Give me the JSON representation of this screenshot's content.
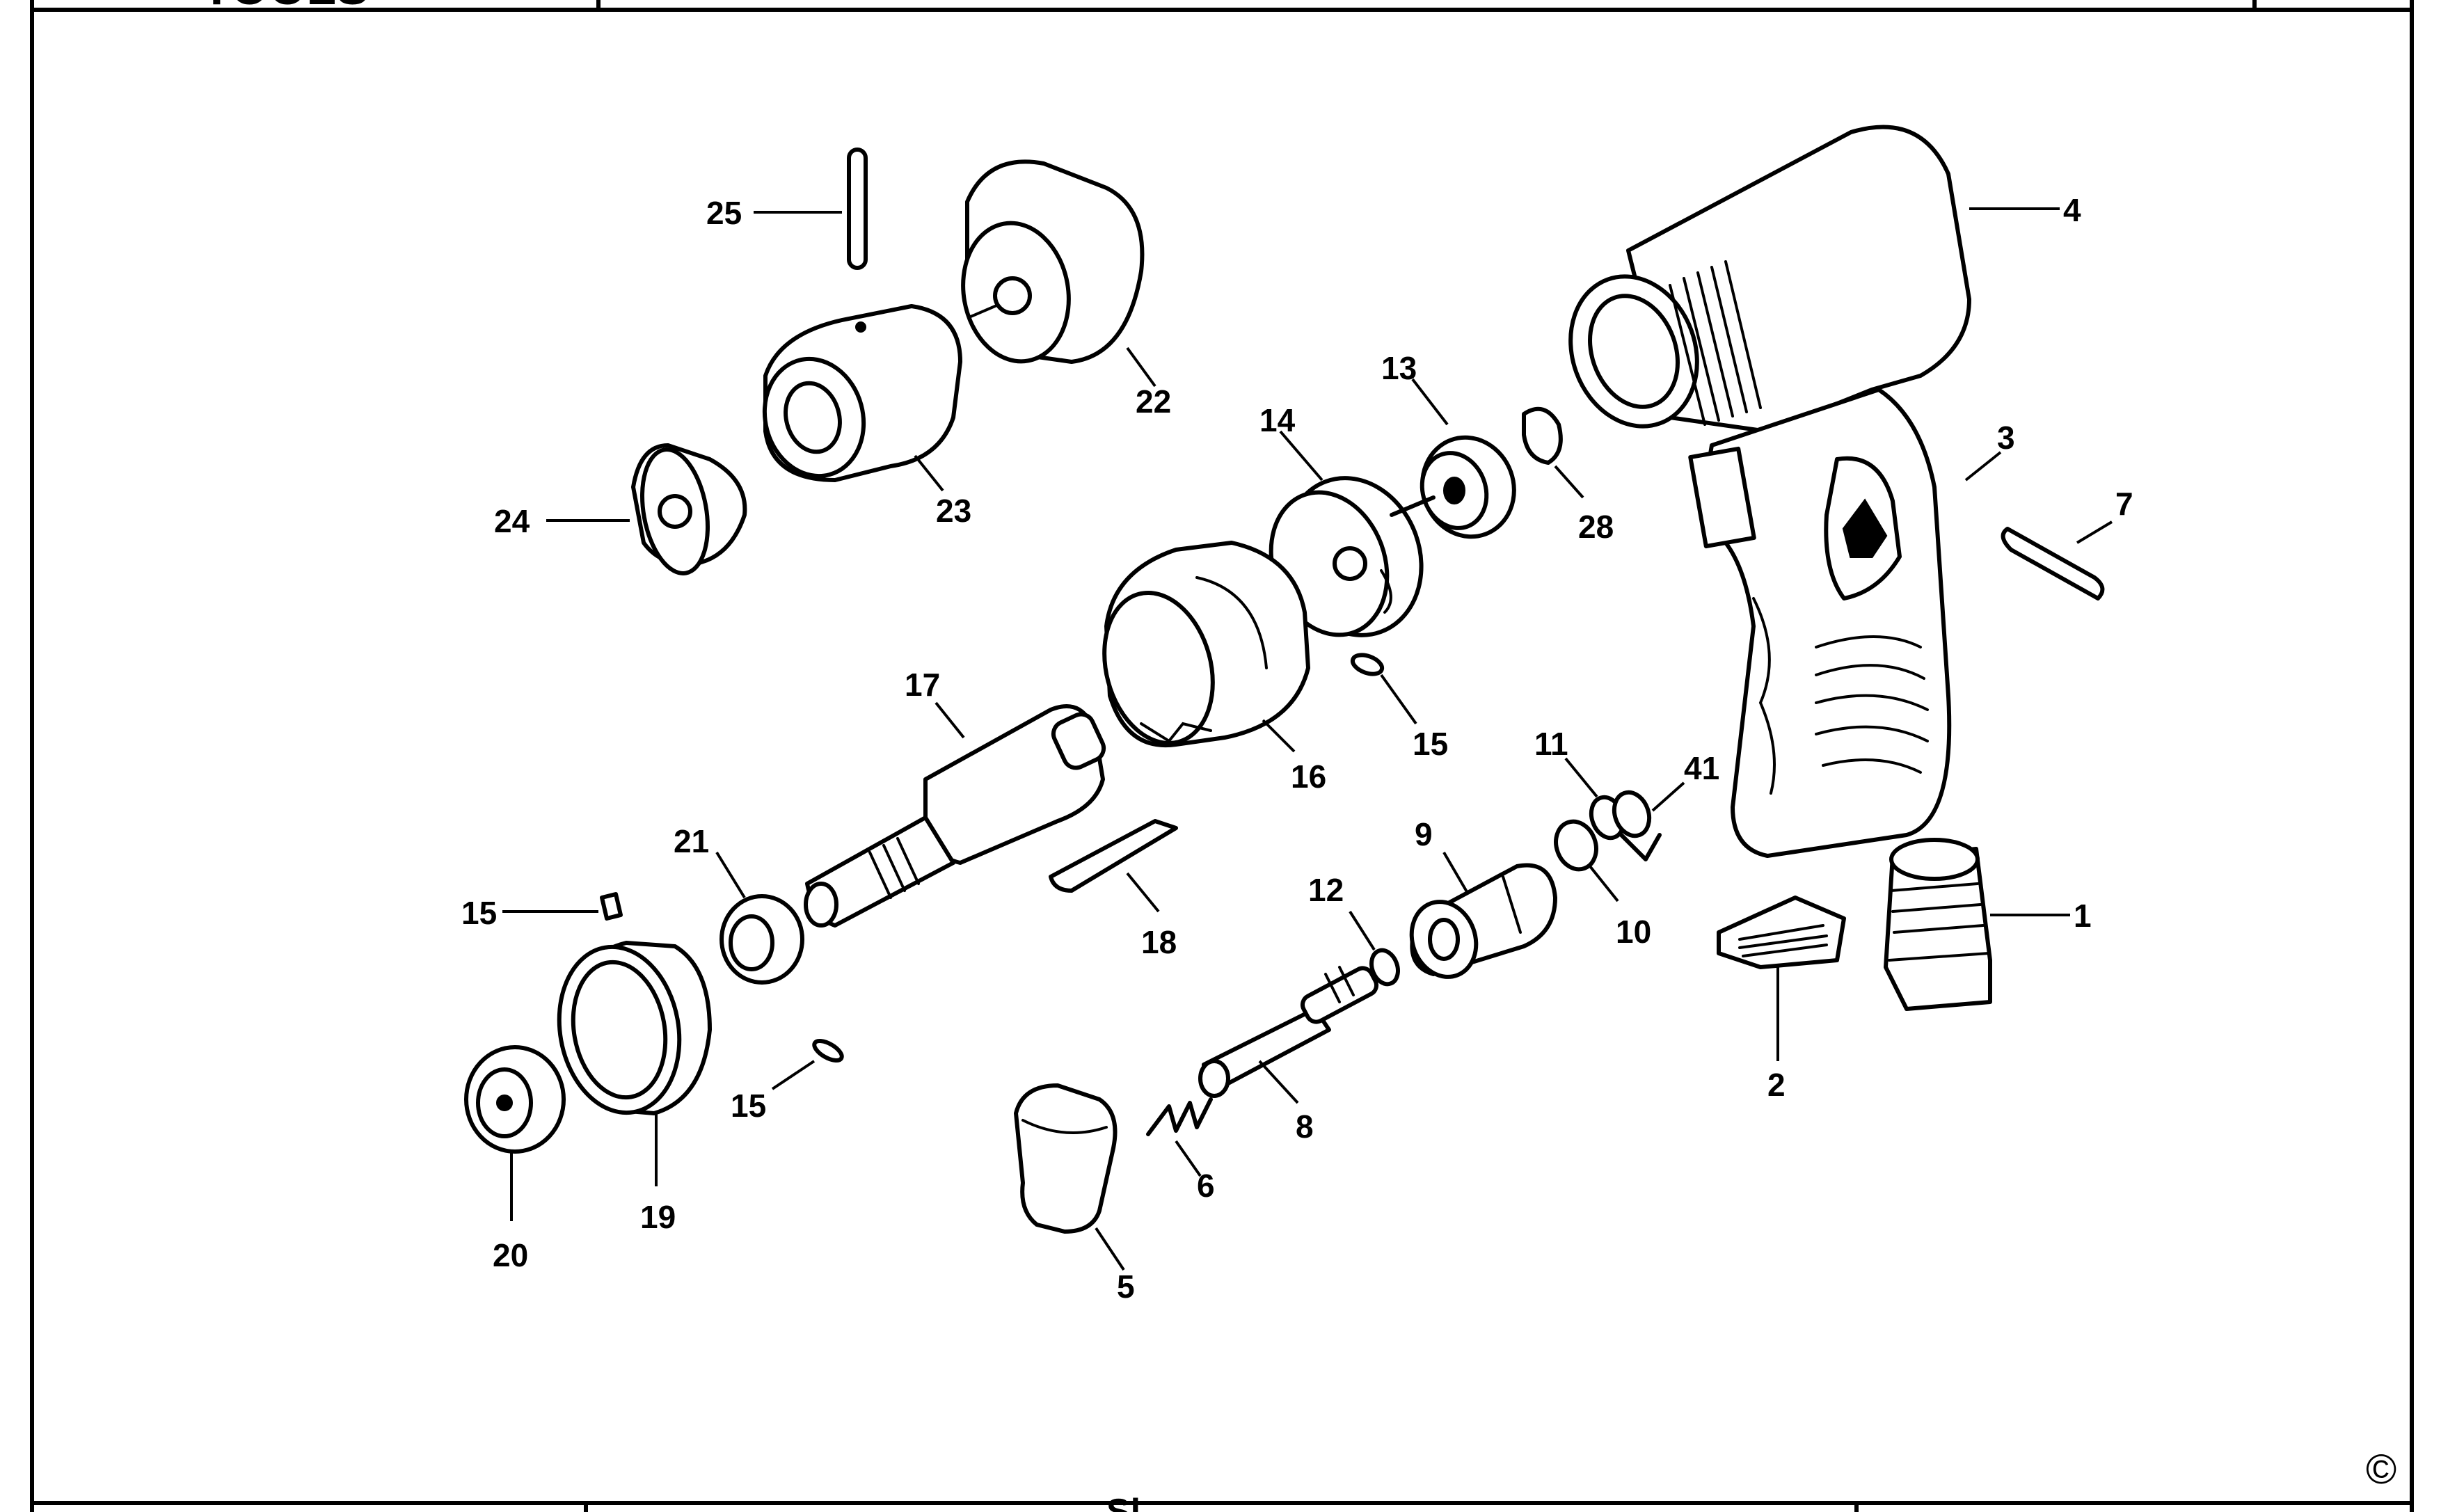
{
  "header": {
    "brand_fragment": "TOOLS"
  },
  "footer": {
    "center_fragment": "Sl..."
  },
  "copyright_symbol": "©",
  "colors": {
    "ink": "#000000",
    "paper": "#ffffff"
  },
  "callouts": {
    "p1": "1",
    "p2": "2",
    "p3": "3",
    "p4": "4",
    "p5": "5",
    "p6": "6",
    "p7": "7",
    "p8": "8",
    "p9": "9",
    "p10": "10",
    "p11": "11",
    "p12": "12",
    "p13": "13",
    "p14": "14",
    "p15a": "15",
    "p15b": "15",
    "p15c": "15",
    "p16": "16",
    "p17": "17",
    "p18": "18",
    "p19": "19",
    "p20": "20",
    "p21": "21",
    "p22": "22",
    "p23": "23",
    "p24": "24",
    "p25": "25",
    "p28": "28",
    "p41": "41"
  }
}
